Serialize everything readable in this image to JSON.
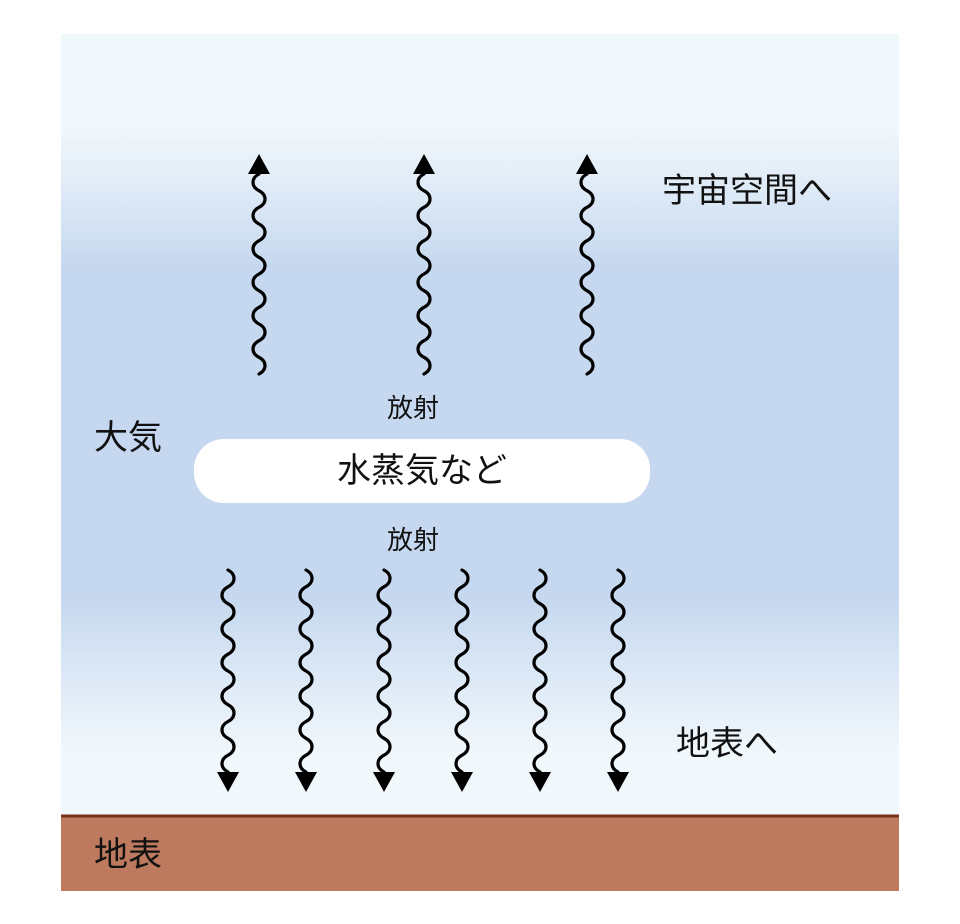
{
  "labels": {
    "to_space": "宇宙空間へ",
    "atmosphere": "大気",
    "radiation_up": "放射",
    "vapor": "水蒸気など",
    "radiation_down": "放射",
    "to_ground": "地表へ",
    "ground": "地表"
  },
  "arrows": {
    "up_count": 3,
    "down_count": 6
  },
  "colors": {
    "sky_top": "#f1f8fc",
    "sky_mid": "#c6d8ef",
    "ground": "#bd7a5e",
    "ground_edge": "#7a2e1b",
    "arrow": "#000000",
    "box": "#ffffff"
  }
}
